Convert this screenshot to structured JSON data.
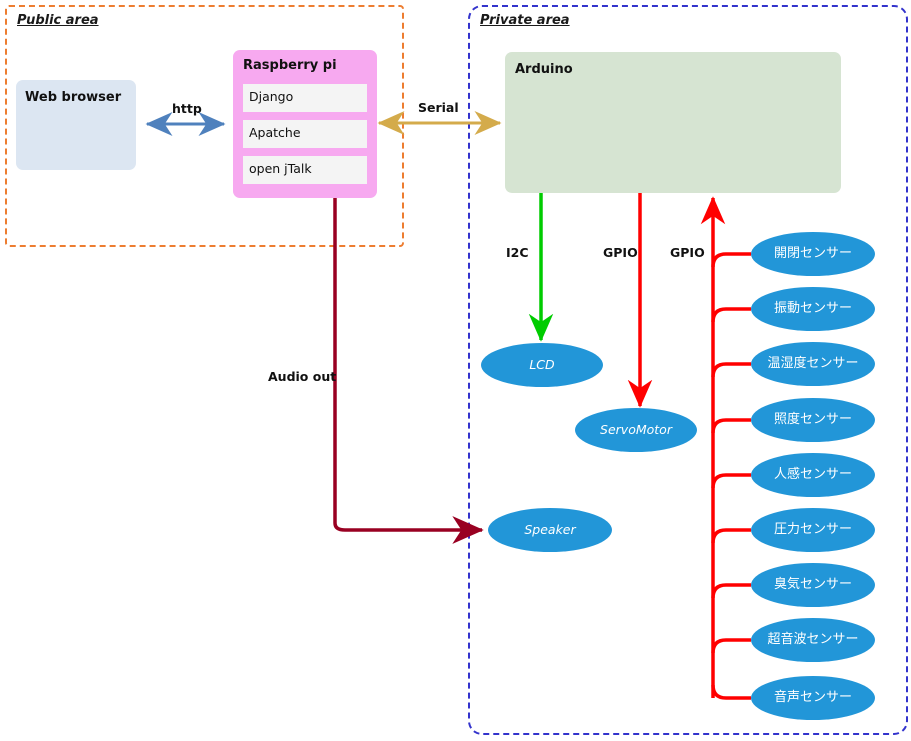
{
  "zones": [
    {
      "id": "public",
      "title": "Public area",
      "border_color": "#ED7D31"
    },
    {
      "id": "private",
      "title": "Private area",
      "border_color": "#3333CC"
    }
  ],
  "boxes": {
    "web_browser": {
      "label": "Web browser",
      "color": "#dce6f2"
    },
    "raspberry_pi": {
      "label": "Raspberry pi",
      "color": "#f7a9f0",
      "software": [
        {
          "label": "Django"
        },
        {
          "label": "Apatche"
        },
        {
          "label": "open jTalk"
        }
      ]
    },
    "arduino": {
      "label": "Arduino",
      "color": "#d6e4d2"
    }
  },
  "peripherals": [
    {
      "label": "LCD",
      "lang": "en"
    },
    {
      "label": "ServoMotor",
      "lang": "en"
    },
    {
      "label": "Speaker",
      "lang": "en"
    }
  ],
  "sensors": [
    {
      "label": "開閉センサー"
    },
    {
      "label": "振動センサー"
    },
    {
      "label": "温湿度センサー"
    },
    {
      "label": "照度センサー"
    },
    {
      "label": "人感センサー"
    },
    {
      "label": "圧力センサー"
    },
    {
      "label": "臭気センサー"
    },
    {
      "label": "超音波センサー"
    },
    {
      "label": "音声センサー"
    }
  ],
  "connections": [
    {
      "id": "http",
      "label": "http",
      "color": "#4f81bd",
      "direction": "both"
    },
    {
      "id": "serial",
      "label": "Serial",
      "color": "#d4ab4b",
      "direction": "both"
    },
    {
      "id": "i2c",
      "label": "I2C",
      "color": "#00cc00",
      "direction": "down"
    },
    {
      "id": "gpio-servo",
      "label": "GPIO",
      "color": "#ff0000",
      "direction": "down"
    },
    {
      "id": "gpio-bus",
      "label": "GPIO",
      "color": "#ff0000",
      "direction": "up"
    },
    {
      "id": "audio-out",
      "label": "Audio out",
      "color": "#990022",
      "direction": "right"
    }
  ],
  "colors": {
    "sensor_fill": "#2296d8",
    "public_border": "#ED7D31",
    "private_border": "#3333CC",
    "canvas": "#ffffff"
  }
}
